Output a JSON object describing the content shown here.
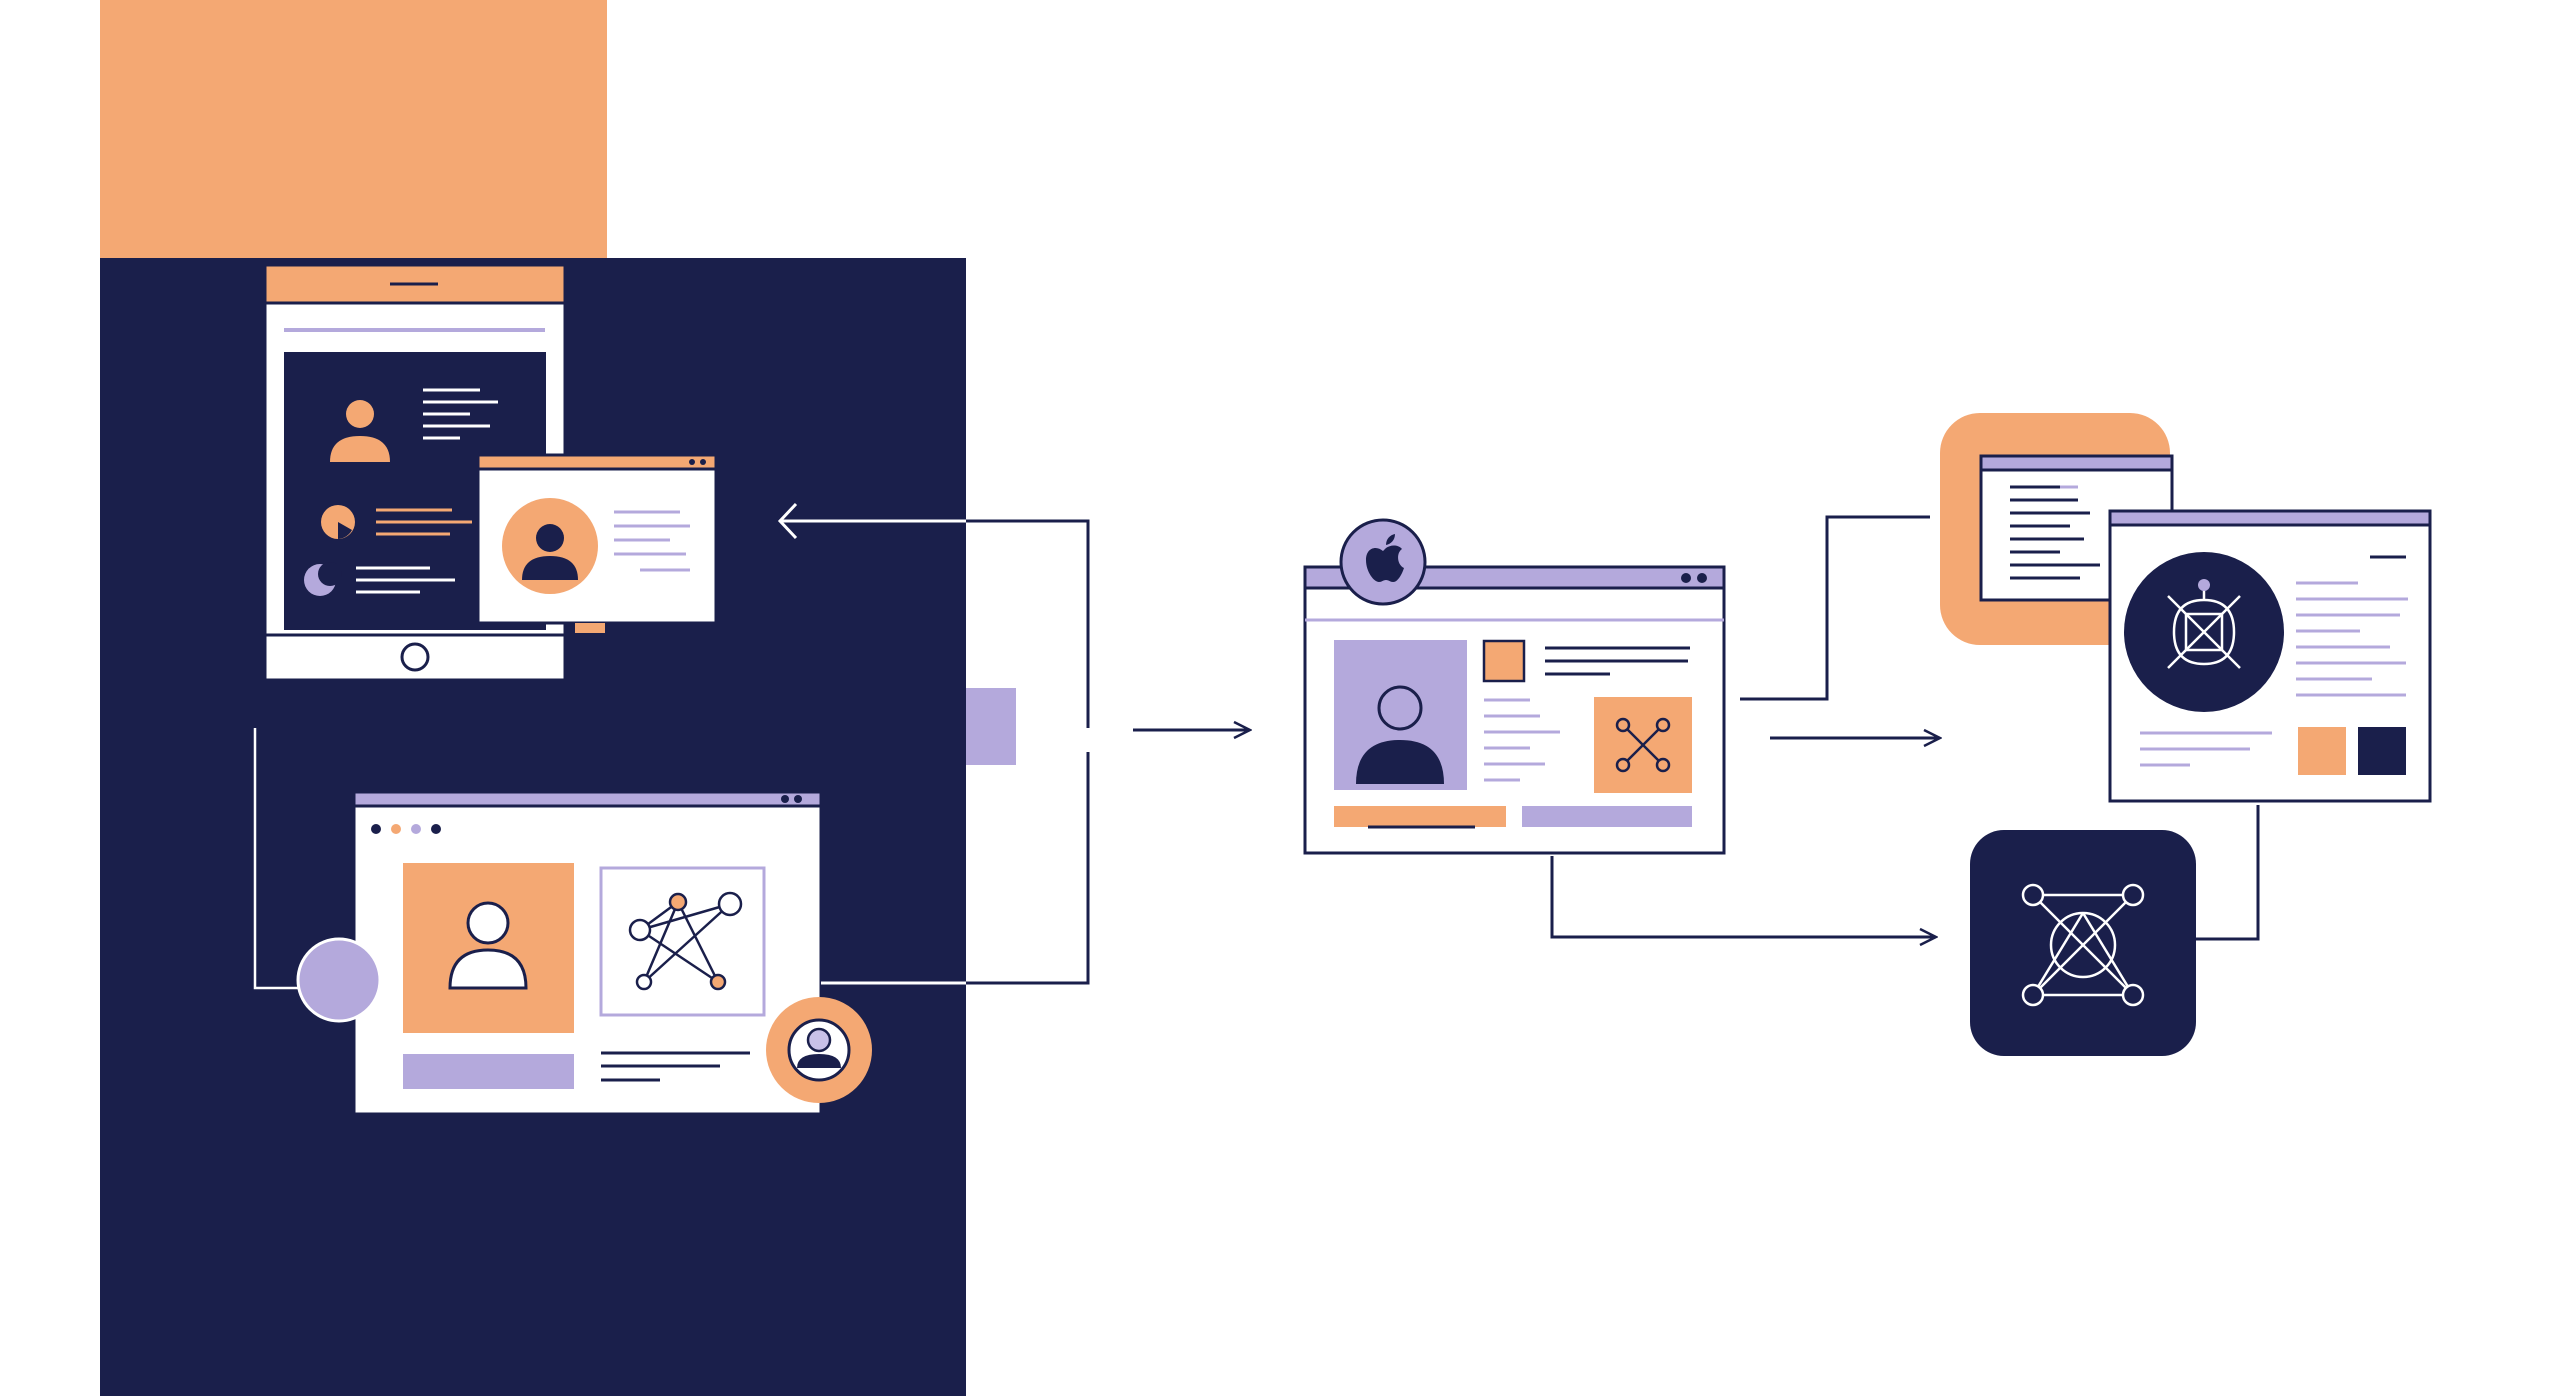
{
  "palette": {
    "navy": "#1a1f4b",
    "orange": "#f4a873",
    "lavender": "#b4a9dc",
    "lavender_light": "#c9c1e8",
    "white": "#ffffff",
    "line": "#1a1f4b"
  },
  "icons": {
    "apple": "apple-logo-icon",
    "network": "network-graph-icon",
    "person": "person-icon",
    "shield": "shield-icon"
  },
  "nodes": [
    {
      "name": "tablet-device",
      "kind": "device"
    },
    {
      "name": "profile-card-window",
      "kind": "window"
    },
    {
      "name": "profile-network-window",
      "kind": "window"
    },
    {
      "name": "apple-app-window",
      "kind": "window"
    },
    {
      "name": "document-window-orange-tile",
      "kind": "window"
    },
    {
      "name": "shield-window",
      "kind": "window"
    },
    {
      "name": "network-app-tile",
      "kind": "tile"
    }
  ],
  "connections": [
    {
      "from": "hub",
      "to": "profile-card-window",
      "arrow": true
    },
    {
      "from": "profile-network-window",
      "to": "hub",
      "arrow": false
    },
    {
      "from": "hub",
      "to": "apple-app-window",
      "arrow": true
    },
    {
      "from": "apple-app-window",
      "to": "shield-window",
      "arrow": true
    },
    {
      "from": "apple-app-window",
      "to": "network-app-tile",
      "arrow": true
    },
    {
      "from": "apple-app-window",
      "to": "document-window-orange-tile",
      "arrow": false
    }
  ]
}
